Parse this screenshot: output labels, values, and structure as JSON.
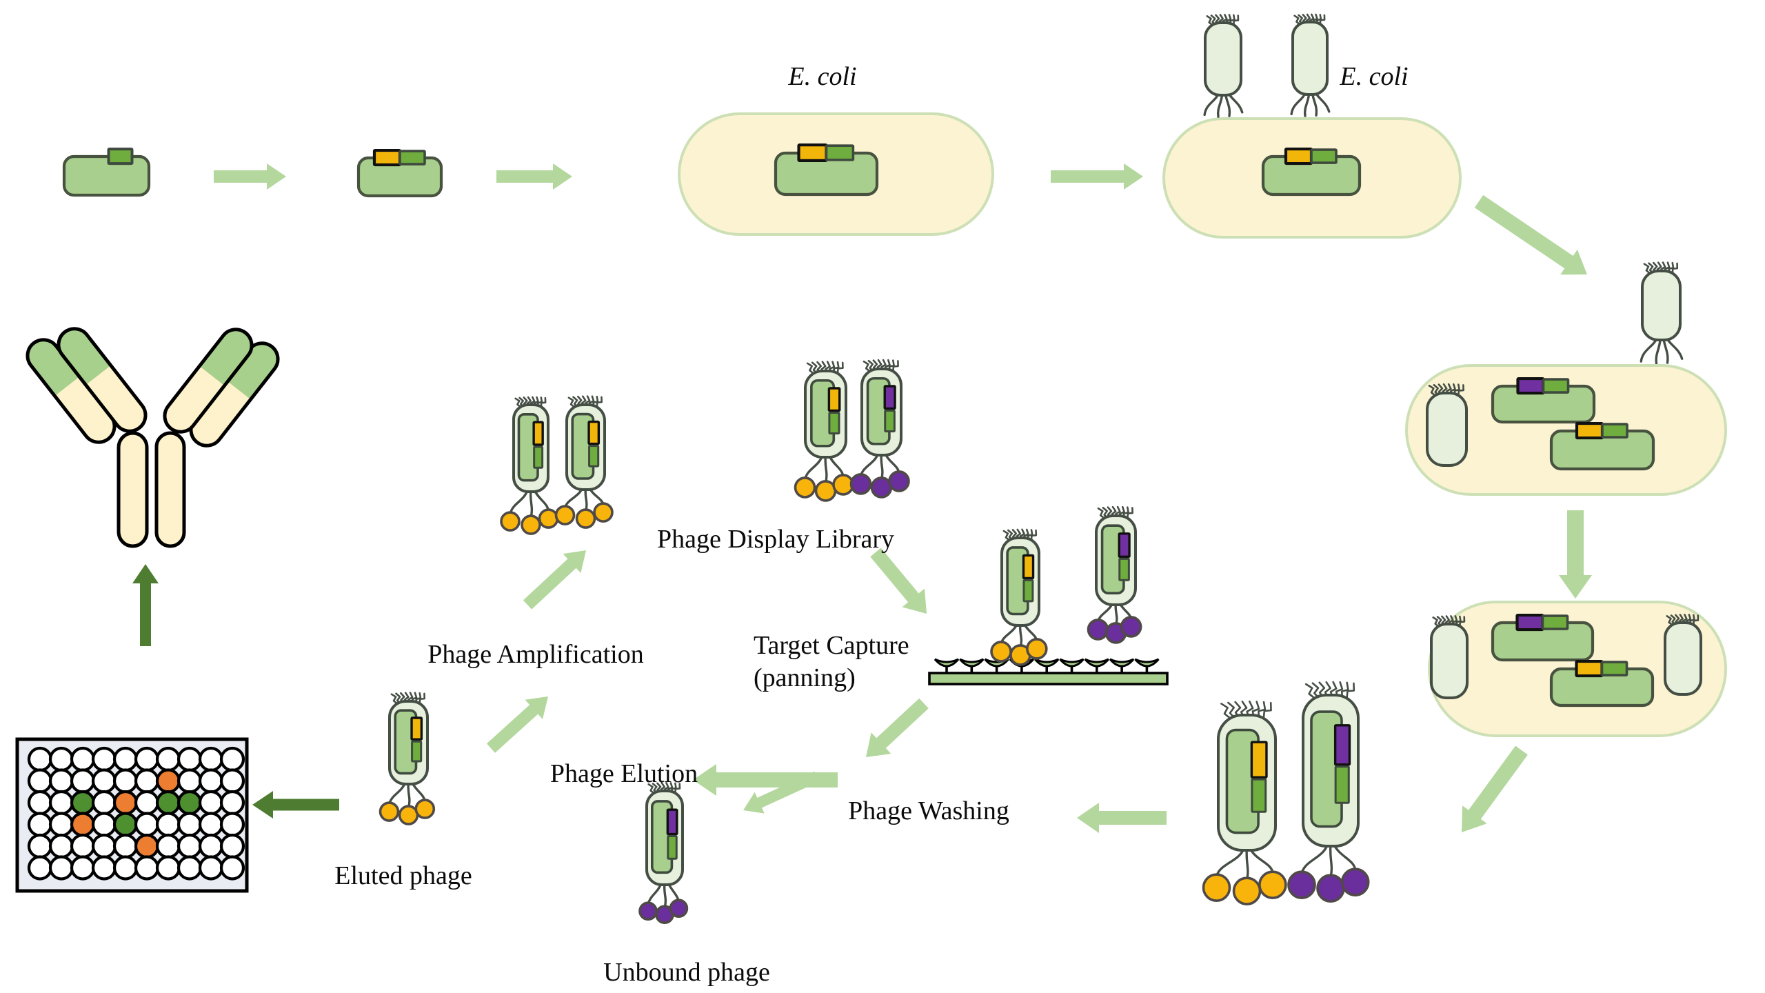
{
  "labels": {
    "ecoli_1": "E. coli",
    "ecoli_2": "E. coli",
    "phage_display_library": "Phage Display Library",
    "target_capture_line1": "Target Capture",
    "target_capture_line2": "(panning)",
    "phage_washing": "Phage Washing",
    "phage_elution": "Phage Elution",
    "phage_amplification": "Phage Amplification",
    "eluted_phage": "Eluted phage",
    "unbound_phage": "Unbound phage"
  },
  "colors": {
    "arrow_light": "#b3d79d",
    "arrow_dark": "#4e7d31",
    "cell_fill": "#fcf3d3",
    "cell_stroke": "#cde0b5",
    "phage_body_fill": "#e6f0dd",
    "phage_stroke": "#454e44",
    "genome_fill": "#a8cf8d",
    "genome_stroke": "#3f4a3f",
    "plasmid_fill": "#a8cf8d",
    "plasmid_stroke": "#47523f",
    "tab_orange": "#f2b60a",
    "tab_green": "#6fae3e",
    "tab_purple": "#7030a0",
    "tab_stroke": "#111111",
    "ball_orange": "#f9b40b",
    "ball_purple": "#6a2e9d",
    "ball_stroke": "#4f4a47",
    "plate_fill": "#e9ecf2",
    "plate_stroke": "#000000",
    "well_fill": "#ffffff",
    "well_orange": "#ed7d31",
    "well_green": "#4e8f2f",
    "antibody_cream": "#fdf2cb",
    "antibody_green": "#a8d08d",
    "antibody_stroke": "#000000",
    "surface_fill": "#a8cf8d",
    "surface_stroke": "#000000",
    "text_color": "#0b0b0b"
  },
  "well_plate": {
    "rows": 6,
    "cols": 10,
    "colored_wells": [
      {
        "r": 1,
        "c": 6,
        "color": "orange"
      },
      {
        "r": 2,
        "c": 2,
        "color": "green"
      },
      {
        "r": 2,
        "c": 4,
        "color": "orange"
      },
      {
        "r": 2,
        "c": 6,
        "color": "green"
      },
      {
        "r": 2,
        "c": 7,
        "color": "green"
      },
      {
        "r": 3,
        "c": 2,
        "color": "orange"
      },
      {
        "r": 3,
        "c": 4,
        "color": "green"
      },
      {
        "r": 4,
        "c": 5,
        "color": "orange"
      }
    ]
  },
  "panning_surface": {
    "receptor_count": 9
  }
}
